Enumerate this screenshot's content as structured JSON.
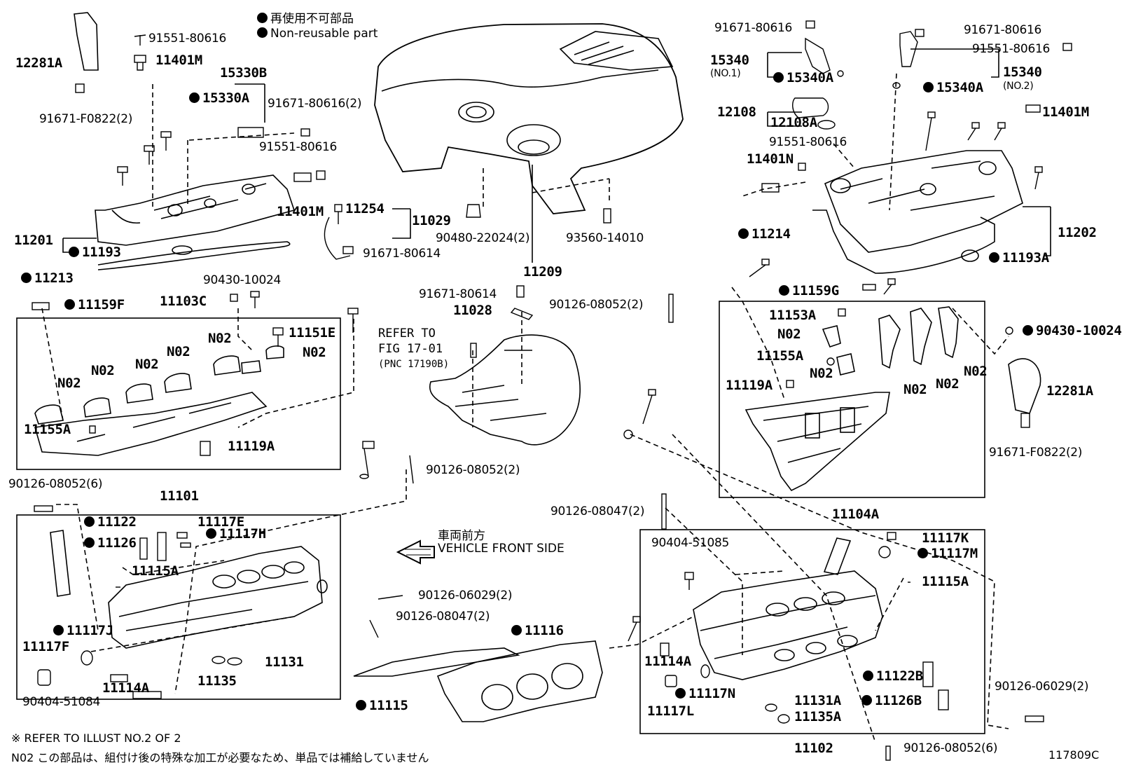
{
  "legend": {
    "non_reusable_jp": "再使用不可部品",
    "non_reusable_en": "Non-reusable part"
  },
  "labels": {
    "l_12281A": "12281A",
    "l_91551_80616": "91551-80616",
    "l_11401M": "11401M",
    "l_91671_F0822": "91671-F0822(2)",
    "l_15330B": "15330B",
    "l_15330A": "15330A",
    "l_91671_80616_2": "91671-80616(2)",
    "l_91551_80616_b": "91551-80616",
    "l_11401M_b": "11401M",
    "l_11254": "11254",
    "l_11029": "11029",
    "l_11201": "11201",
    "l_11193": "11193",
    "l_91671_80614": "91671-80614",
    "l_11213": "11213",
    "l_90430_10024": "90430-10024",
    "l_11159F": "11159F",
    "l_11103C": "11103C",
    "l_11151E": "11151E",
    "l_11155A": "11155A",
    "l_11119A": "11119A",
    "l_90126_08052_6": "90126-08052(6)",
    "l_11101": "11101",
    "l_11122": "11122",
    "l_11117E": "11117E",
    "l_11126": "11126",
    "l_11117H": "11117H",
    "l_11115A": "11115A",
    "l_11117J": "11117J",
    "l_11117F": "11117F",
    "l_11114A": "11114A",
    "l_11135": "11135",
    "l_11131": "11131",
    "l_90404_51084": "90404-51084",
    "l_90480": "90480-22024(2)",
    "l_93560": "93560-14010",
    "l_11209": "11209",
    "l_91671_80614_b": "91671-80614",
    "l_11028": "11028",
    "l_90126_08052_2a": "90126-08052(2)",
    "l_90126_08052_2b": "90126-08052(2)",
    "l_90126_06029": "90126-06029(2)",
    "l_90126_08047": "90126-08047(2)",
    "l_11116": "11116",
    "l_11115": "11115",
    "l_r_91671_80616": "91671-80616",
    "l_r_91671_80616_b": "91671-80616",
    "l_r_91551_80616": "91551-80616",
    "l_15340_1": "15340",
    "l_no1": "(NO.1)",
    "l_15340A_1": "15340A",
    "l_15340_2": "15340",
    "l_no2": "(NO.2)",
    "l_15340A_2": "15340A",
    "l_12108": "12108",
    "l_12108A": "12108A",
    "l_r_91551_80616_b": "91551-80616",
    "l_11401N": "11401N",
    "l_r_11401M": "11401M",
    "l_11214": "11214",
    "l_11202": "11202",
    "l_11193A": "11193A",
    "l_11159G": "11159G",
    "l_11153A": "11153A",
    "l_r_90430": "90430-10024",
    "l_r_11155A": "11155A",
    "l_r_11119A": "11119A",
    "l_r_12281A": "12281A",
    "l_r_91671_F0822": "91671-F0822(2)",
    "l_11104A": "11104A",
    "l_r_90126_08047": "90126-08047(2)",
    "l_90404_51085": "90404-51085",
    "l_11117K": "11117K",
    "l_11117M": "11117M",
    "l_r_11115A": "11115A",
    "l_r_11114A": "11114A",
    "l_11122B": "11122B",
    "l_11117N": "11117N",
    "l_11117L": "11117L",
    "l_11131A": "11131A",
    "l_11126B": "11126B",
    "l_11135A": "11135A",
    "l_r_90126_06029": "90126-06029(2)",
    "l_11102": "11102",
    "l_r_90126_08052_6": "90126-08052(6)",
    "n02": "N02"
  },
  "refer_to": "REFER TO",
  "refer_fig": "FIG 17-01",
  "refer_pnc": "(PNC 17190B)",
  "front_jp": "車両前方",
  "front_en": "VEHICLE FRONT SIDE",
  "footer": {
    "note1": "※ REFER TO ILLUST NO.2 OF 2",
    "note2": "N02 この部品は、組付け後の特殊な加工が必要なため、単品では補給していません",
    "ill_no": "117809C"
  }
}
